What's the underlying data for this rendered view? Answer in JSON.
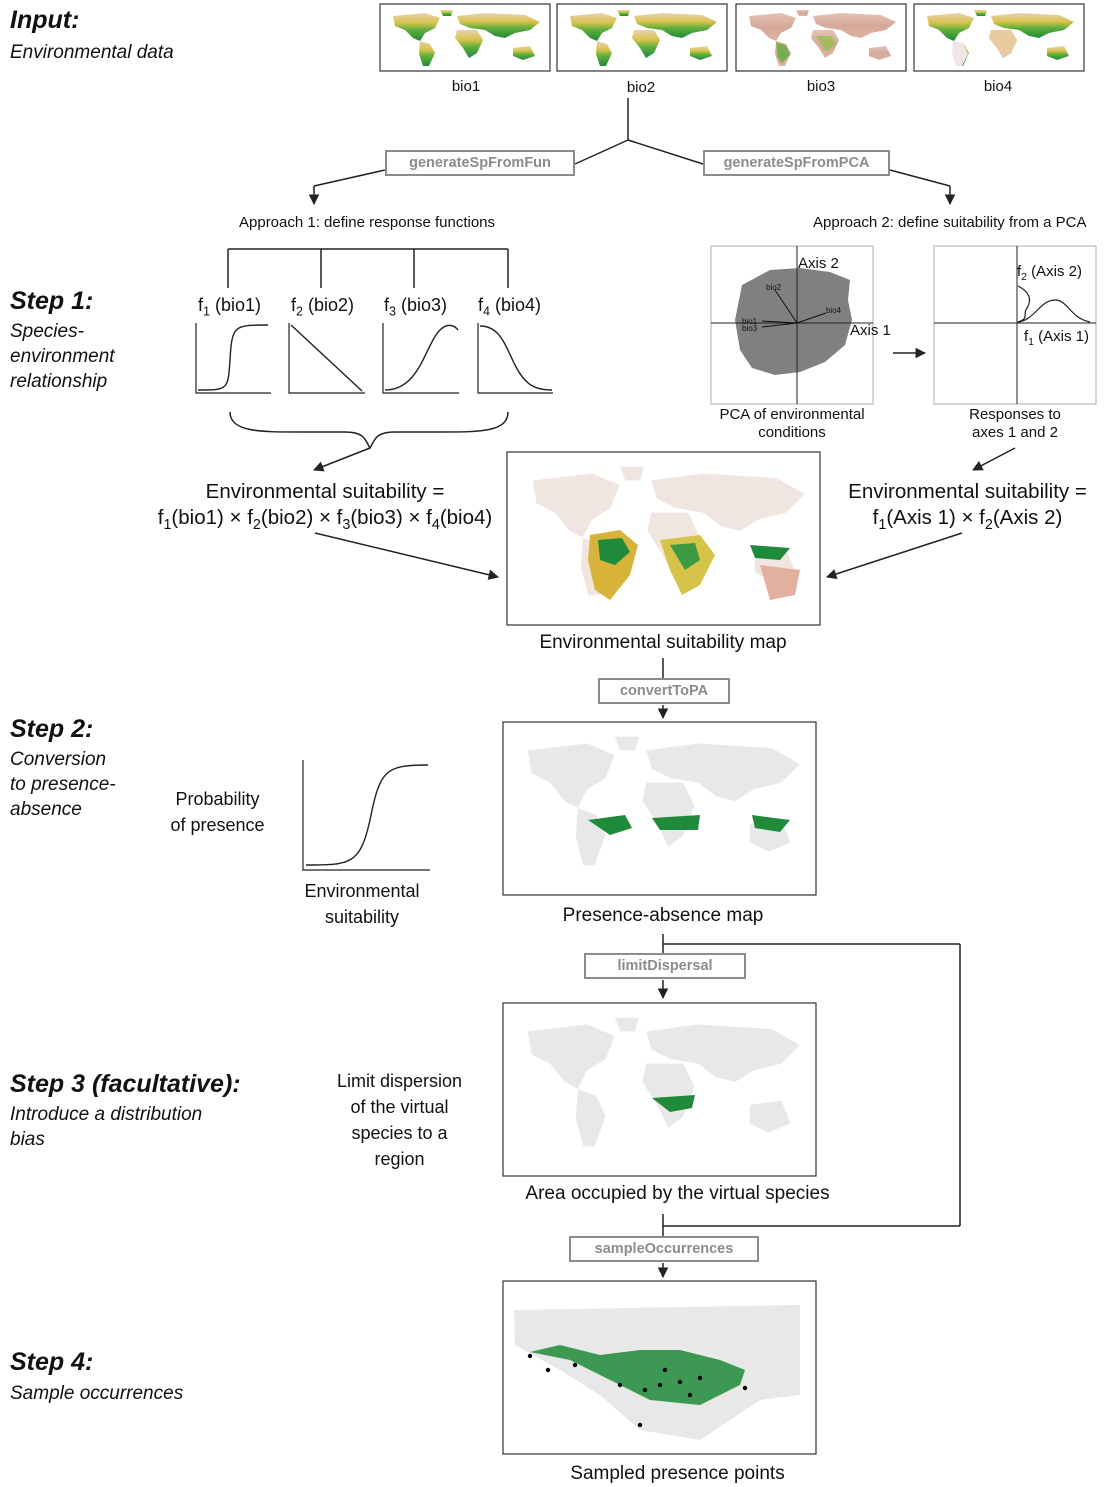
{
  "input": {
    "title": "Input:",
    "subtitle": "Environmental data"
  },
  "bio_labels": [
    "bio1",
    "bio2",
    "bio3",
    "bio4"
  ],
  "functions": {
    "from_fun": "generateSpFromFun",
    "from_pca": "generateSpFromPCA",
    "convert": "convertToPA",
    "limit": "limitDispersal",
    "sample": "sampleOccurrences"
  },
  "approach1": "Approach 1: define response functions",
  "approach2": "Approach 2: define suitability from a PCA",
  "step1": {
    "title": "Step 1:",
    "subtitle_lines": [
      "Species-",
      "environment",
      "relationship"
    ]
  },
  "response_funcs": [
    {
      "f": "f",
      "sub": "1",
      "var": " (bio1)"
    },
    {
      "f": "f",
      "sub": "2",
      "var": " (bio2)"
    },
    {
      "f": "f",
      "sub": "3",
      "var": " (bio3)"
    },
    {
      "f": "f",
      "sub": "4",
      "var": " (bio4)"
    }
  ],
  "pca": {
    "axis1": "Axis 1",
    "axis2": "Axis 2",
    "arrows": [
      "bio2",
      "bio4",
      "bio1",
      "bio3"
    ],
    "caption_lines": [
      "PCA of environmental",
      "conditions"
    ],
    "resp_f2": "f",
    "resp_f2_sub": "2",
    "resp_f2_var": " (Axis 2)",
    "resp_f1": "f",
    "resp_f1_sub": "1",
    "resp_f1_var": " (Axis 1)",
    "resp_caption_lines": [
      "Responses to",
      "axes 1 and 2"
    ]
  },
  "suitability_left": {
    "line1": "Environmental suitability =",
    "line2_parts": [
      "f",
      "1",
      "(bio1) × f",
      "2",
      "(bio2) × f",
      "3",
      "(bio3) × f",
      "4",
      "(bio4)"
    ]
  },
  "suitability_right": {
    "line1": "Environmental suitability =",
    "line2_parts": [
      "f",
      "1",
      "(Axis 1) × f",
      "2",
      "(Axis 2)"
    ]
  },
  "suit_map_caption": "Environmental suitability map",
  "step2": {
    "title": "Step 2:",
    "subtitle_lines": [
      "Conversion",
      "to presence-",
      "absence"
    ]
  },
  "prob_label_lines": [
    "Probability",
    "of presence"
  ],
  "env_suit_lines": [
    "Environmental",
    "suitability"
  ],
  "pa_map_caption": "Presence-absence map",
  "step3": {
    "title": "Step 3 (facultative):",
    "subtitle_lines": [
      "Introduce a distribution",
      "bias"
    ]
  },
  "limit_text_lines": [
    "Limit dispersion",
    "of the virtual",
    "species to a",
    "region"
  ],
  "area_caption": "Area occupied by the virtual species",
  "step4": {
    "title": "Step 4:",
    "subtitle": "Sample occurrences"
  },
  "sample_caption": "Sampled presence points",
  "colors": {
    "green": "#1e8a3a",
    "yellow": "#d8c34a",
    "pink": "#d9a8a0",
    "grey_land": "#e8e8e8",
    "pca_cloud": "#808080",
    "label_grey": "#8c8c8c"
  }
}
